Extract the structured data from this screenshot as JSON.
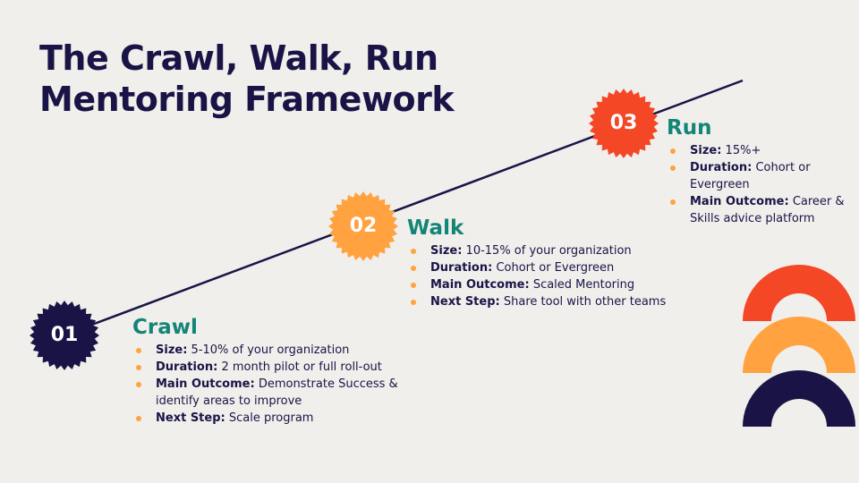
{
  "title_line1": "The Crawl, Walk, Run",
  "title_line2": "Mentoring Framework",
  "colors": {
    "navy": "#1a1446",
    "teal": "#138577",
    "orange": "#ffa23f",
    "red": "#f44725"
  },
  "stages": [
    {
      "number": "01",
      "name": "Crawl",
      "items": [
        {
          "label": "Size:",
          "text": "5-10% of your organization"
        },
        {
          "label": "Duration:",
          "text": "2 month pilot or full roll-out"
        },
        {
          "label": "Main Outcome:",
          "text": "Demonstrate Success & identify areas to improve"
        },
        {
          "label": "Next Step:",
          "text": "Scale program"
        }
      ]
    },
    {
      "number": "02",
      "name": "Walk",
      "items": [
        {
          "label": "Size:",
          "text": "10-15% of your organization"
        },
        {
          "label": "Duration:",
          "text": "Cohort or Evergreen"
        },
        {
          "label": "Main Outcome:",
          "text": "Scaled Mentoring"
        },
        {
          "label": "Next Step:",
          "text": "Share tool with other teams"
        }
      ]
    },
    {
      "number": "03",
      "name": "Run",
      "items": [
        {
          "label": "Size:",
          "text": "15%+"
        },
        {
          "label": "Duration:",
          "text": "Cohort or Evergreen"
        },
        {
          "label": "Main Outcome:",
          "text": "Career & Skills advice platform"
        }
      ]
    }
  ]
}
